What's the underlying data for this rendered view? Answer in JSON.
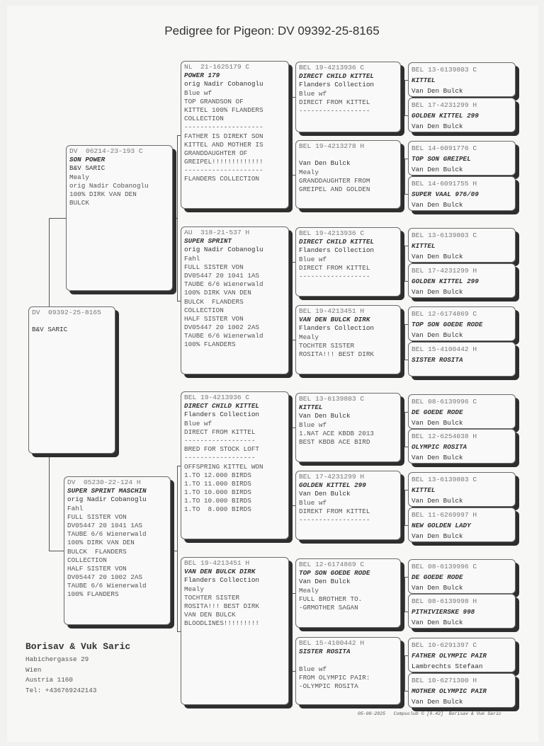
{
  "title": "Pedigree for Pigeon: DV  09392-25-8165",
  "boxes": {
    "subject": [
      "DV  09392-25-8165",
      "",
      "B&V SARIC"
    ],
    "sire": [
      "DV  06214-23-193 C",
      "SON POWER",
      "B&V SARIC",
      "Mealy",
      "orig Nadir Cobanoglu",
      "100% DIRK VAN DEN",
      "BULCK"
    ],
    "dam": [
      "DV  05230-22-124 H",
      "SUPER SPRINT MASCHIN",
      "orig Nadir Cobanoglu",
      "Fahl",
      "FULL SISTER VON",
      "DV05447 20 1041 1AS",
      "TAUBE 6/6 Wienerwald",
      "100% DIRK VAN DEN",
      "BULCK  FLANDERS",
      "COLLECTION",
      "HALF SISTER VON",
      "DV05447 20 1002 2AS",
      "TAUBE 6/6 Wienerwald",
      "100% FLANDERS"
    ],
    "ss": [
      "NL  21-1625179 C",
      "POWER 179",
      "orig Nadir Cobanoglu",
      "Blue wf",
      "TOP GRANDSON OF",
      "KITTEL 100% FLANDERS",
      "COLLECTION",
      "--------------------",
      "FATHER IS DIREKT SON",
      "KITTEL AND MOTHER IS",
      "GRANDDAUGHTER OF",
      "GREIPEL!!!!!!!!!!!!!",
      "--------------------",
      "FLANDERS COLLECTION"
    ],
    "sd": [
      "AU  318-21-537 H",
      "SUPER SPRINT",
      "orig Nadir Cobanoglu",
      "Fahl",
      "FULL SISTER VON",
      "DV05447 20 1041 1AS",
      "TAUBE 6/6 Wienerwald",
      "100% DIRK VAN DEN",
      "BULCK  FLANDERS",
      "COLLECTION",
      "HALF SISTER VON",
      "DV05447 20 1002 2AS",
      "TAUBE 6/6 Wienerwald",
      "100% FLANDERS"
    ],
    "ds": [
      "BEL 19-4213936 C",
      "DIRECT CHILD KITTEL",
      "Flanders Collection",
      "Blue wf",
      "DIRECT FROM KITTEL",
      "------------------",
      "BRED FOR STOCK LOFT",
      "------------------",
      "OFFSPRING KITTEL WON",
      "1.TO 12.000 BIRDS",
      "1.TO 11.000 BIRDS",
      "1.TO 10.000 BIRDS",
      "1.TO 10.000 BIRDS",
      "1.TO  8.000 BIRDS"
    ],
    "dd": [
      "BEL 19-4213451 H",
      "VAN DEN BULCK DIRK",
      "Flanders Collection",
      "Mealy",
      "TOCHTER SISTER",
      "ROSITA!!! BEST DIRK",
      "VAN DEN BULCK",
      "BLOODLINES!!!!!!!!!"
    ],
    "sss": [
      "BEL 19-4213936 C",
      "DIRECT CHILD KITTEL",
      "Flanders Collection",
      "Blue wf",
      "DIRECT FROM KITTEL",
      "------------------"
    ],
    "ssd": [
      "BEL 19-4213278 H",
      "",
      "Van Den Bulck",
      "Mealy",
      "GRANDDAUGHTER FROM",
      "GREIPEL AND GOLDEN"
    ],
    "sds": [
      "BEL 19-4213936 C",
      "DIRECT CHILD KITTEL",
      "Flanders Collection",
      "Blue wf",
      "DIRECT FROM KITTEL",
      "------------------"
    ],
    "sdd": [
      "BEL 19-4213451 H",
      "VAN DEN BULCK DIRK",
      "Flanders Collection",
      "Mealy",
      "TOCHTER SISTER",
      "ROSITA!!! BEST DIRK"
    ],
    "dss": [
      "BEL 13-6139803 C",
      "KITTEL",
      "Van Den Bulck",
      "Blue wf",
      "1.NAT ACE KBDB 2013",
      "BEST KBDB ACE BIRD"
    ],
    "dsd": [
      "BEL 17-4231299 H",
      "GOLDEN KITTEL 299",
      "Van Den Bulck",
      "Blue wf",
      "DIREKT FROM KITTEL",
      "------------------"
    ],
    "dds": [
      "BEL 12-6174869 C",
      "TOP SON GOEDE RODE",
      "Van Den Bulck",
      "Mealy",
      "FULL BROTHER TO.",
      "-GRMOTHER SAGAN"
    ],
    "ddd": [
      "BEL 15-4100442 H",
      "SISTER ROSITA",
      "",
      "Blue wf",
      "FROM OLYMPIC PAIR:",
      "-OLYMPIC ROSITA"
    ],
    "ssss": [
      "BEL 13-6139803 C",
      "KITTEL",
      "Van Den Bulck"
    ],
    "sssd": [
      "BEL 17-4231299 H",
      "GOLDEN KITTEL 299",
      "Van Den Bulck"
    ],
    "ssds": [
      "BEL 14-6091776 C",
      "TOP SON GREIPEL",
      "Van Den Bulck"
    ],
    "ssdd": [
      "BEL 14-6091755 H",
      "SUPER VAAL 976/09",
      "Van Den Bulck"
    ],
    "sdss": [
      "BEL 13-6139803 C",
      "KITTEL",
      "Van Den Bulck"
    ],
    "sdsd": [
      "BEL 17-4231299 H",
      "GOLDEN KITTEL 299",
      "Van Den Bulck"
    ],
    "sdds": [
      "BEL 12-6174869 C",
      "TOP SON GOEDE RODE",
      "Van Den Bulck"
    ],
    "sddd": [
      "BEL 15-4100442 H",
      "SISTER ROSITA"
    ],
    "dsss": [
      "BEL 08-6139996 C",
      "DE GOEDE RODE",
      "Van Den Bulck"
    ],
    "dssd": [
      "BEL 12-6254038 H",
      "OLYMPIC ROSITA",
      "Van Den Bulck"
    ],
    "dsds": [
      "BEL 13-6139803 C",
      "KITTEL",
      "Van Den Bulck"
    ],
    "dsdd": [
      "BEL 11-6269997 H",
      "NEW GOLDEN LADY",
      "Van Den Bulck"
    ],
    "ddss": [
      "BEL 08-6139996 C",
      "DE GOEDE RODE",
      "Van Den Bulck"
    ],
    "ddsd": [
      "BEL 08-6139998 H",
      "PITHIVIERSKE 998",
      "Van Den Bulck"
    ],
    "ddds": [
      "BEL 10-6291397 C",
      "FATHER OLYMPIC PAIR",
      "Lambrechts Stefaan"
    ],
    "dddd": [
      "BEL 10-6271300 H",
      "MOTHER OLYMPIC PAIR",
      "Van Den Bulck"
    ]
  },
  "owner": {
    "name": "Borisav & Vuk Saric",
    "street": "Habichergasse 29",
    "city": "Wien",
    "country": "Austria 1160",
    "tel": "Tel: +436769242143"
  },
  "footer": "05-08-2025   Compuclub © [9.42]  Borisav & Vuk Saric"
}
